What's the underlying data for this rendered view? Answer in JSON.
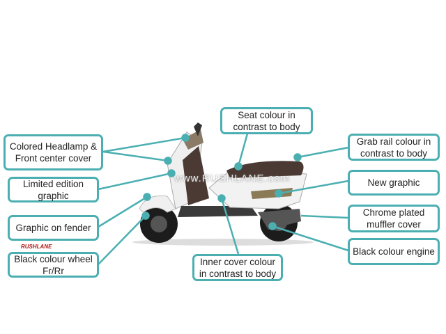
{
  "callouts": {
    "headlamp": "Colored Headlamp & Front center cover",
    "limited": "Limited edition graphic",
    "fender": "Graphic on fender",
    "wheel": "Black colour wheel Fr/Rr",
    "seat": "Seat colour in contrast to body",
    "inner": "Inner cover colour in contrast to body",
    "grab": "Grab rail colour in contrast to body",
    "new_graphic": "New graphic",
    "muffler": "Chrome plated muffler cover",
    "engine": "Black colour engine"
  },
  "watermark": "www.RUSHLANE.com",
  "logo": "RUSHLANE",
  "colors": {
    "accent": "#4bafb2",
    "seat": "#4a3a33",
    "body": "#f4f4f4"
  }
}
